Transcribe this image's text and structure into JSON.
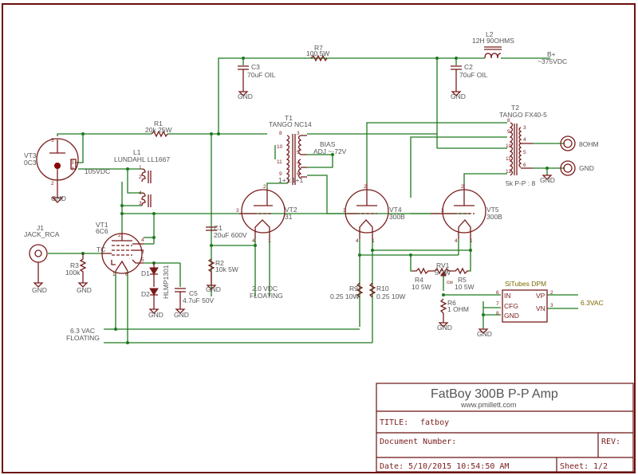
{
  "title_block": {
    "project_name": "FatBoy 300B P-P Amp",
    "website": "www.pmillett.com",
    "title_label": "TITLE:",
    "title_value": "fatboy",
    "doc_number_label": "Document Number:",
    "rev_label": "REV:",
    "date_label": "Date:",
    "date_value": "5/10/2015 10:54:50 AM",
    "sheet_label": "Sheet:",
    "sheet_value": "1/2"
  },
  "components": {
    "vt3": {
      "ref": "VT3",
      "value": "0C3"
    },
    "vt1": {
      "ref": "VT1",
      "value": "6C6"
    },
    "vt2": {
      "ref": "VT2",
      "value": "31"
    },
    "vt4": {
      "ref": "VT4",
      "value": "300B"
    },
    "vt5": {
      "ref": "VT5",
      "value": "300B"
    },
    "l1": {
      "ref": "L1",
      "value": "LUNDAHL LL1667"
    },
    "l2": {
      "ref": "L2",
      "value": "12H 90OHMS"
    },
    "t1": {
      "ref": "T1",
      "value": "TANGO NC14",
      "ratio": "1+1:1+1"
    },
    "t2": {
      "ref": "T2",
      "value": "TANGO FX40-5",
      "ratio": "5k P-P : 8"
    },
    "r1": {
      "ref": "R1",
      "value": "20k 25W"
    },
    "r2": {
      "ref": "R2",
      "value": "10k 5W"
    },
    "r3": {
      "ref": "R3",
      "value": "100k"
    },
    "r4": {
      "ref": "R4",
      "value": "10 5W"
    },
    "r5": {
      "ref": "R5",
      "value": "10 5W"
    },
    "r6": {
      "ref": "R6",
      "value": "1 OHM"
    },
    "r7": {
      "ref": "R7",
      "value": "100 5W"
    },
    "r9": {
      "ref": "R9",
      "value": "0.25 10W"
    },
    "r10": {
      "ref": "R10",
      "value": "0.25 10W"
    },
    "rv1": {
      "ref": "RV1",
      "value": "5 2W",
      "wiper": "cw"
    },
    "c1": {
      "ref": "C1",
      "value": "20uF 600V"
    },
    "c2": {
      "ref": "C2",
      "value": "70uF OIL"
    },
    "c3": {
      "ref": "C3",
      "value": "70uF OIL"
    },
    "c5": {
      "ref": "C5",
      "value": "4.7uF 50V"
    },
    "d1": {
      "ref": "D1"
    },
    "d2": {
      "ref": "D2"
    },
    "led_part": "HLMP1301",
    "j1": {
      "ref": "J1",
      "value": "JACK_RCA"
    },
    "dpm": {
      "name": "SiTubes DPM",
      "pins": [
        "IN",
        "CFG",
        "GND",
        "VP",
        "VN"
      ],
      "pin_numbers": [
        "6",
        "7",
        "8",
        "2",
        "3"
      ]
    }
  },
  "net_labels": {
    "vdc105": "105VDC",
    "bplus": "B+",
    "bplus_voltage": "~375VDC",
    "bias": "BIAS",
    "bias_adj": "ADJ ~-72V",
    "vt2_fil_1": "2.0 VDC",
    "vt2_fil_2": "FLOATING",
    "vac_1": "6.3 VAC",
    "vac_2": "FLOATING",
    "dpm_vac": "6.3VAC",
    "gnd": "GND",
    "out_8ohm": "8OHM",
    "out_gnd": "GND",
    "tc": "TC"
  }
}
